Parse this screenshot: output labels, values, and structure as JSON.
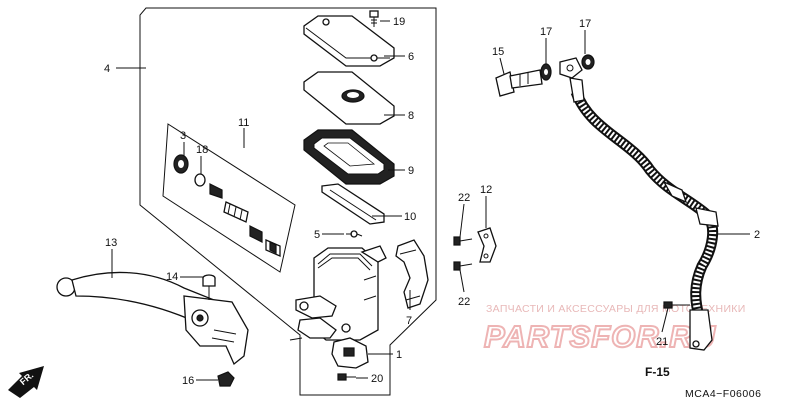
{
  "callouts": {
    "c1": "1",
    "c2": "2",
    "c3": "3",
    "c4": "4",
    "c5": "5",
    "c6": "6",
    "c7": "7",
    "c8": "8",
    "c9": "9",
    "c10": "10",
    "c11": "11",
    "c12": "12",
    "c13": "13",
    "c14": "14",
    "c15": "15",
    "c16": "16",
    "c17a": "17",
    "c17b": "17",
    "c18": "18",
    "c19": "19",
    "c20": "20",
    "c21": "21",
    "c22a": "22",
    "c22b": "22"
  },
  "watermark": {
    "line1": "ЗАПЧАСТИ И АКСЕССУАРЫ ДЛЯ МОТОТЕХНИКИ",
    "line2": "PARTSFOR.RU"
  },
  "section_ref": "F-15",
  "drawing_code": "MCA4−F06006",
  "front_arrow": "FR.",
  "colors": {
    "watermark": "#eeb4b4",
    "ink": "#111111"
  }
}
